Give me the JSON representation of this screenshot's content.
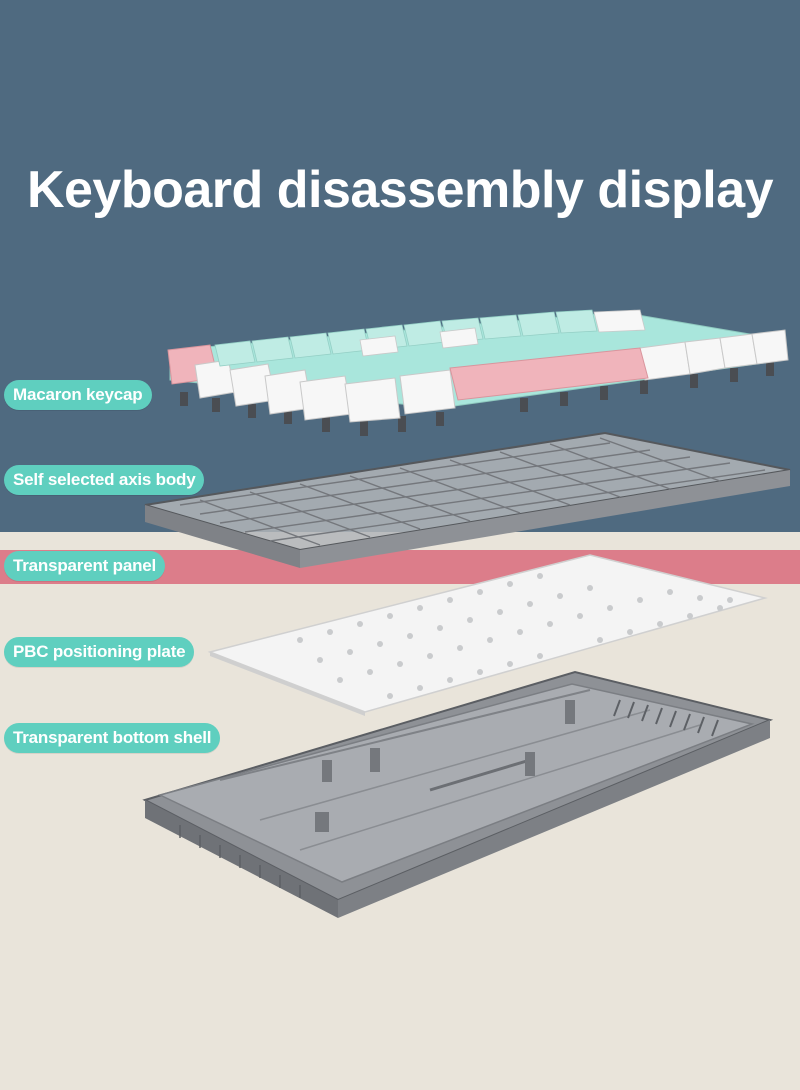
{
  "title": "Keyboard disassembly display",
  "labels": [
    {
      "text": "Macaron keycap"
    },
    {
      "text": "Self selected axis body"
    },
    {
      "text": "Transparent panel"
    },
    {
      "text": "PBC positioning plate"
    },
    {
      "text": "Transparent bottom shell"
    }
  ],
  "colors": {
    "background_top": "#4f6a80",
    "background_bottom": "#e9e4da",
    "pink_band": "#dc7d8a",
    "label_bg": "#5fcfbf",
    "title_text": "#ffffff",
    "keycap_mint": "#a9e6dc",
    "keycap_pink": "#f0b4bb",
    "keycap_white": "#f7f7f7"
  }
}
